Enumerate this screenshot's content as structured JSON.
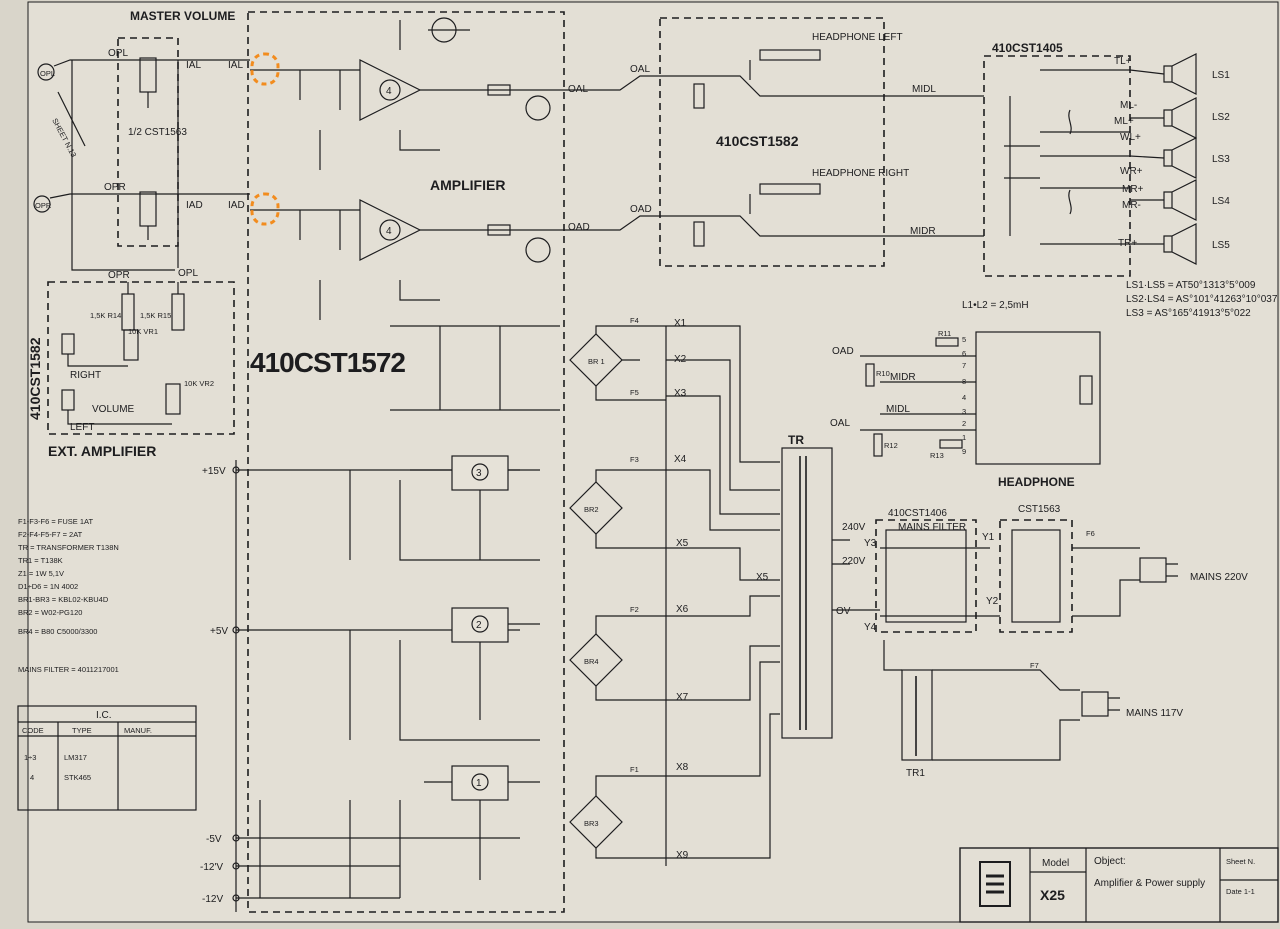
{
  "titles": {
    "master_volume": "MASTER VOLUME",
    "half_cst1563": "1/2 CST1563",
    "amplifier": "AMPLIFIER",
    "board_1572": "410CST1572",
    "board_1582": "410CST1582",
    "board_1405": "410CST1405",
    "headphone_left": "HEADPHONE LEFT",
    "headphone_right": "HEADPHONE RIGHT",
    "headphone": "HEADPHONE",
    "ext_amplifier": "EXT. AMPLIFIER",
    "ext_board": "410CST1582",
    "mains_filter_board": "410CST1406",
    "mains_filter": "MAINS FILTER",
    "switch_board": "CST1563",
    "sheet_ref": "SHEET N.13"
  },
  "signals": {
    "opl": "OPL",
    "opr": "OPR",
    "ial": "IAL",
    "iad": "IAD",
    "oal": "OAL",
    "oad": "OAD",
    "midl": "MIDL",
    "midr": "MIDR",
    "tl_plus": "TL+",
    "ml_minus": "ML-",
    "ml_plus": "ML+",
    "wl_plus": "WL+",
    "wr_plus": "WR+",
    "mr_plus": "MR+",
    "mr_minus": "MR-",
    "tr_plus": "TR+",
    "tr": "TR",
    "tr1": "TR1"
  },
  "speakers": [
    "LS1",
    "LS2",
    "LS3",
    "LS4",
    "LS5"
  ],
  "speaker_notes": [
    "LS1·LS5 = AT50°1313°5°009",
    "LS2·LS4 = AS°101°41263°10°037",
    "LS3 = AS°165°41913°5°022"
  ],
  "inductor_note": "L1•L2 = 2,5mH",
  "rails": [
    "+15V",
    "+5V",
    "-5V",
    "-12'V",
    "-12V"
  ],
  "transformer_taps": [
    "X1",
    "X2",
    "X3",
    "X4",
    "X5",
    "X5",
    "X6",
    "X7",
    "X8",
    "X9"
  ],
  "voltage_labels": [
    "240V",
    "220V",
    "OV",
    "Y3",
    "Y4",
    "Y1",
    "Y2"
  ],
  "mains": {
    "main": "MAINS 220V",
    "aux": "MAINS 117V"
  },
  "bridges": [
    "BR 1",
    "BR2",
    "BR4",
    "BR3"
  ],
  "regulators": [
    "3",
    "2",
    "1"
  ],
  "amp_ic": "4",
  "fuses": [
    "F4",
    "F5",
    "F3",
    "F2",
    "F1",
    "F6",
    "F7"
  ],
  "ext_controls": {
    "right": "RIGHT",
    "left": "LEFT",
    "volume": "VOLUME",
    "vr1": "10K VR1",
    "vr2": "10K VR2",
    "r14": "1,5K R14",
    "r15": "1,5K R15"
  },
  "headphone_resistors": [
    "R11",
    "R10",
    "R12",
    "R13"
  ],
  "headphone_pins": [
    "5",
    "6",
    "7",
    "8",
    "4",
    "3",
    "2",
    "1",
    "9"
  ],
  "notes": [
    "F1-F3-F6 = FUSE 1AT",
    "F2-F4-F5-F7 = 2AT",
    "TR = TRANSFORMER T138N",
    "TR1 = T138K",
    "Z1 = 1W 5,1V",
    "D1÷D6 = 1N 4002",
    "BR1-BR3 = KBL02-KBU4D",
    "BR2 = W02-PG120",
    "BR4 = B80 C5000/3300"
  ],
  "mains_filter_code": "MAINS FILTER = 4011217001",
  "ic_table": {
    "title": "I.C.",
    "headers": [
      "CODE",
      "TYPE",
      "MANUF."
    ],
    "rows": [
      [
        "1÷3",
        "LM317",
        ""
      ],
      [
        "4",
        "STK465",
        ""
      ]
    ]
  },
  "title_block": {
    "model_label": "Model",
    "model": "X25",
    "object_label": "Object:",
    "object": "Amplifier & Power supply",
    "sheet_label": "Sheet N.",
    "date_label": "Date 1-1"
  },
  "colors": {
    "paper": "#d9d5ca",
    "ink": "#1d1d1f",
    "highlight": "#f28c1e"
  }
}
